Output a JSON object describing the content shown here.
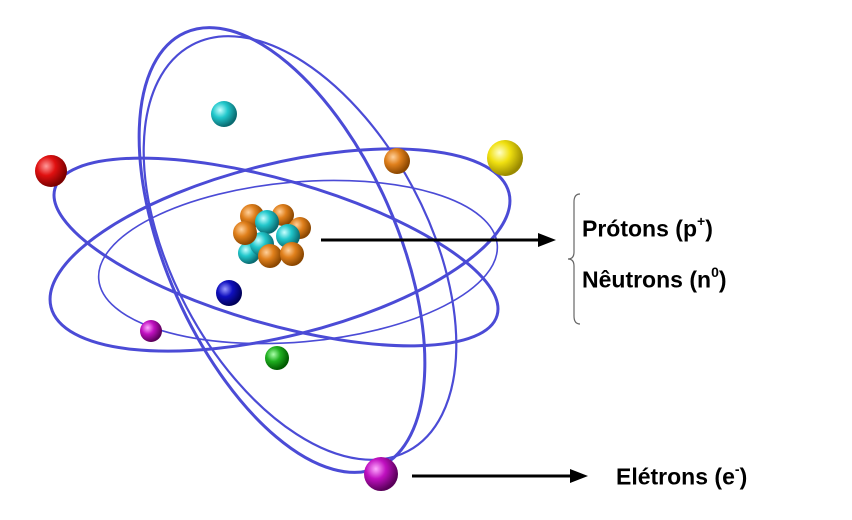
{
  "labels": {
    "protons": {
      "name": "Prótons",
      "symbol": "p",
      "charge": "+"
    },
    "neutrons": {
      "name": "Nêutrons",
      "symbol": "n",
      "charge": "0"
    },
    "electrons": {
      "name": "Elétrons",
      "symbol": "e",
      "charge": "-"
    }
  },
  "colors": {
    "orbit": "#4b4bd6",
    "arrow": "#000000",
    "proton": "#e0801c",
    "neutron": "#22c8cc",
    "electrons": [
      "#e01010",
      "#22c8cc",
      "#e8801a",
      "#f0e010",
      "#1010c0",
      "#c010c0",
      "#20b020",
      "#c010c0"
    ]
  }
}
